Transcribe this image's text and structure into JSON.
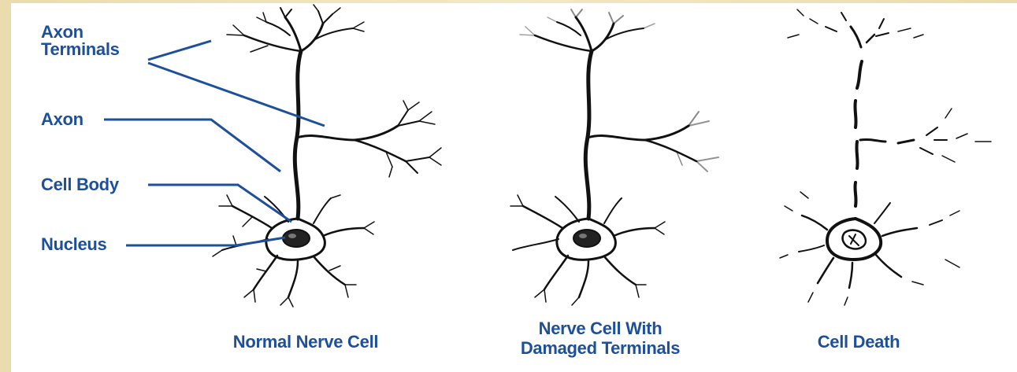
{
  "labels": {
    "axon_terminals": "Axon\nTerminals",
    "axon": "Axon",
    "cell_body": "Cell Body",
    "nucleus": "Nucleus"
  },
  "captions": {
    "normal": "Normal Nerve Cell",
    "damaged": "Nerve Cell With\nDamaged Terminals",
    "death": "Cell Death"
  },
  "colors": {
    "label_blue": "#1d4f9a",
    "frame_tan": "#efe3b8",
    "cell_ink": "#111111"
  }
}
